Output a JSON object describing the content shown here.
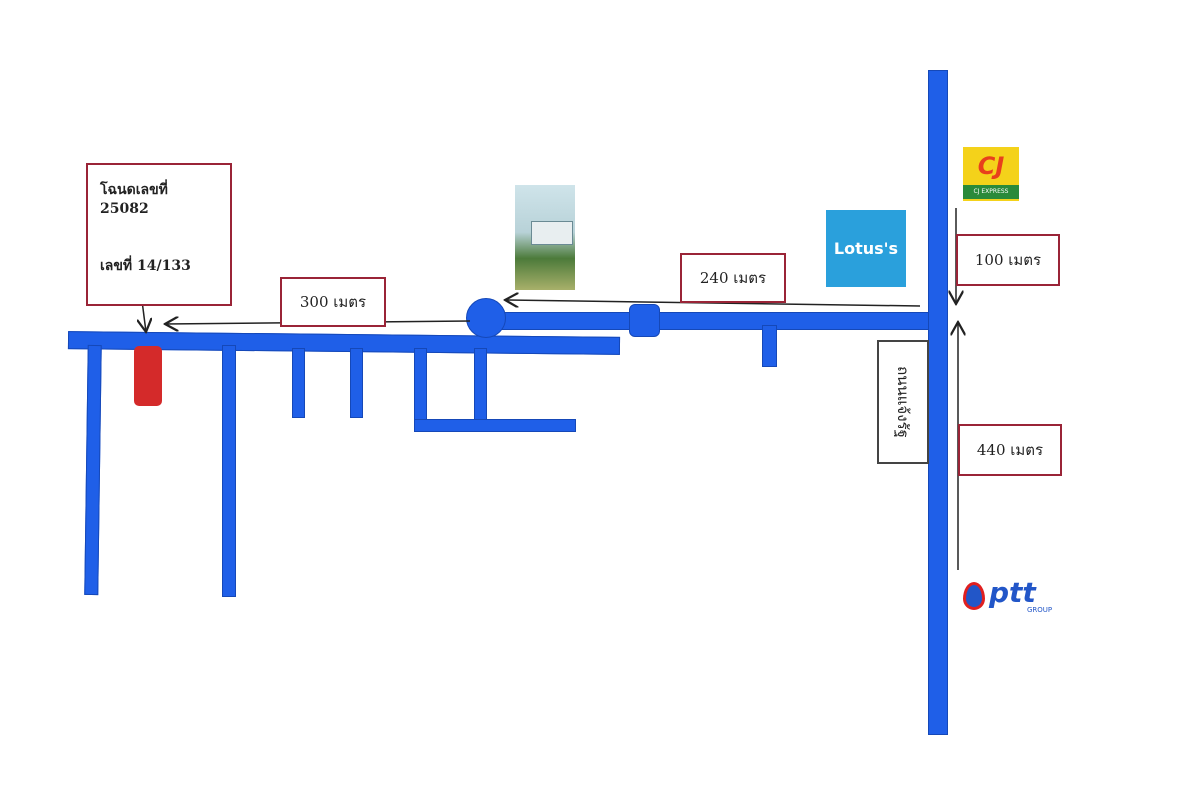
{
  "plot": {
    "deed_label": "โฉนดเลขที่ 25082",
    "house_no_label": "เลขที่ 14/133"
  },
  "distances": {
    "d300": "300 เมตร",
    "d240": "240 เมตร",
    "d100": "100 เมตร",
    "d440": "440 เมตร"
  },
  "road_name": "ถนนแจ้งรัฐ",
  "landmarks": {
    "lotus": "Lotus's",
    "cj": "CJ",
    "cj_sub": "CJ EXPRESS",
    "ptt": "ptt",
    "ptt_sub": "GROUP"
  },
  "colors": {
    "road": "#1f5fe8",
    "label_border": "#9a2437",
    "plot": "#d42a2a",
    "lotus_bg": "#2aa0dc"
  }
}
